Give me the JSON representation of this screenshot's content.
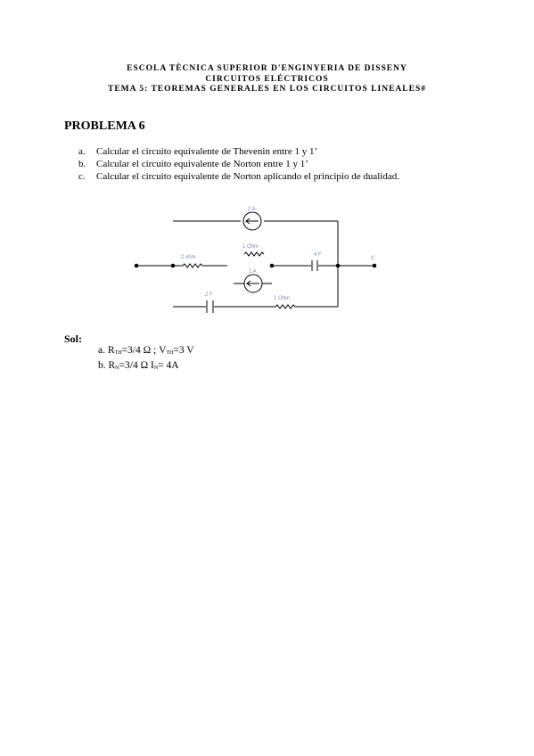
{
  "header": {
    "school": "ESCOLA TÈCNICA SUPERIOR D'ENGINYERIA DE DISSENY",
    "course": "CIRCUITOS ELÉCTRICOS",
    "topic": "TEMA 5: TEOREMAS GENERALES EN LOS CIRCUITOS LINEALES#"
  },
  "problem": {
    "title": "PROBLEMA 6",
    "tasks": [
      {
        "marker": "a.",
        "text": "Calcular el circuito equivalente de Thevenin entre 1 y 1’"
      },
      {
        "marker": "b.",
        "text": "Calcular el circuito equivalente de Norton entre 1 y 1’"
      },
      {
        "marker": "c.",
        "text": "Calcular el circuito equivalente de Norton aplicando el principio de dualidad."
      }
    ]
  },
  "circuit": {
    "source_top": "2 A",
    "resistor_left": "2 ohm",
    "resistor_mid": "1 Ohm",
    "source_mid": "1 A",
    "capacitor_right": "4 F",
    "terminal": "1'",
    "capacitor_bottom": "2 F",
    "resistor_bottom": "1 Ohm",
    "line_color": "#000000",
    "label_color": "#7a8bb0"
  },
  "solution": {
    "label": "Sol:",
    "a": {
      "prefix": "a. R",
      "sub1": "TH",
      "mid": "=3/4 Ω ; V",
      "sub2": "TH",
      "end": "=3 V"
    },
    "b": {
      "prefix": "b. R",
      "sub1": "N",
      "mid": "=3/4 Ω I",
      "sub2": "N",
      "end": "= 4A"
    }
  }
}
